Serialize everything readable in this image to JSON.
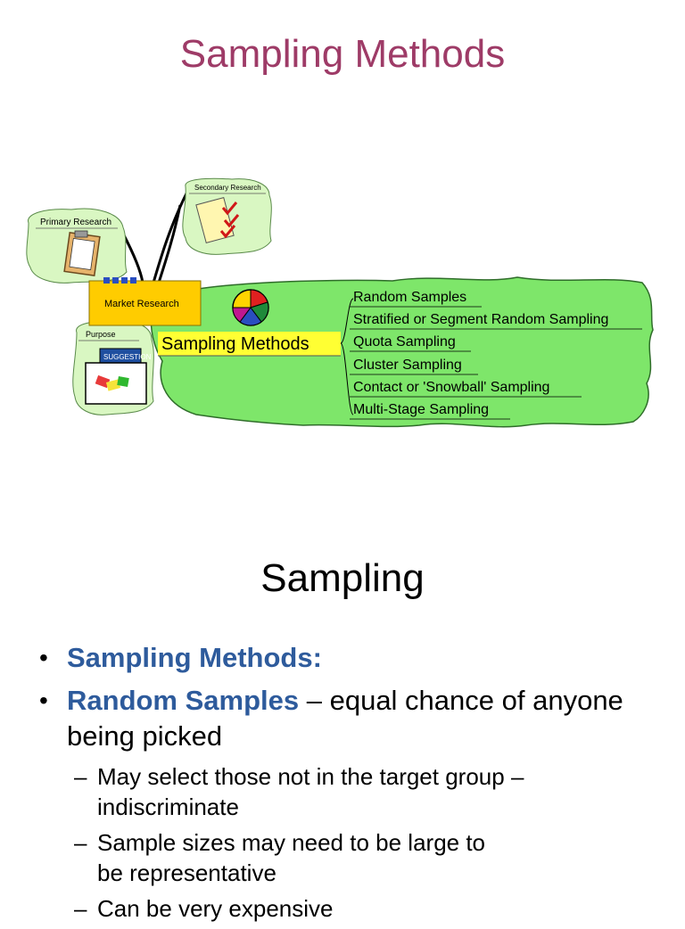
{
  "slide1": {
    "title": "Sampling Methods",
    "mindmap": {
      "primary": "Primary Research",
      "secondary": "Secondary Research",
      "market": "Market Research",
      "purpose": "Purpose",
      "central": "Sampling Methods",
      "box_label": "SUGGESTION",
      "branches": [
        "Random Samples",
        "Stratified or Segment Random Sampling",
        "Quota Sampling",
        "Cluster Sampling",
        "Contact or 'Snowball' Sampling",
        "Multi-Stage Sampling"
      ],
      "colors": {
        "cloud_green": "#7ee66a",
        "market_box": "#ffcc00",
        "highlight": "#ffff33",
        "icon_cloud": "#d9f7c2"
      }
    }
  },
  "slide2": {
    "title": "Sampling",
    "bullet1": "Sampling Methods:",
    "bullet2_strong": "Random Samples",
    "bullet2_rest": " – equal chance of anyone being picked",
    "subs": [
      "May select those not in the target group – indiscriminate",
      "Sample sizes may need to be large to be representative",
      "Can be very expensive"
    ]
  }
}
